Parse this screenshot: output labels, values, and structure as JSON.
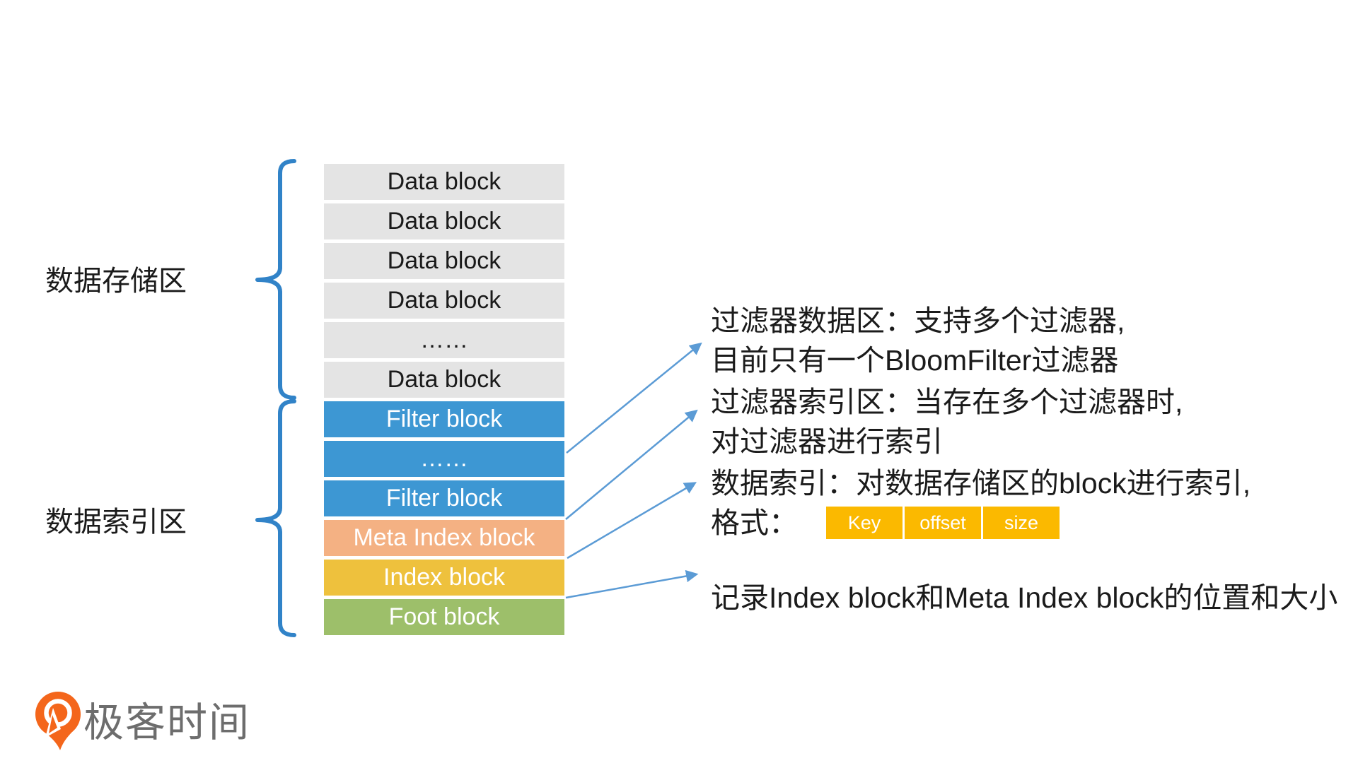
{
  "colors": {
    "block_gray": "#E4E4E4",
    "block_blue": "#3D97D3",
    "block_salmon": "#F4B183",
    "block_yellow": "#EEC13D",
    "block_green": "#9DBF6A",
    "table_amber": "#FBB900",
    "brace": "#3183C8",
    "arrow": "#5B9BD5",
    "logo_orange": "#F4661B",
    "logo_text": "#6D6D6D"
  },
  "left_labels": {
    "storage": "数据存储区",
    "index": "数据索引区"
  },
  "stack": {
    "blocks": [
      {
        "label": "Data block",
        "kind": "data"
      },
      {
        "label": "Data block",
        "kind": "data"
      },
      {
        "label": "Data block",
        "kind": "data"
      },
      {
        "label": "Data block",
        "kind": "data"
      },
      {
        "label": "……",
        "kind": "data"
      },
      {
        "label": "Data block",
        "kind": "data"
      },
      {
        "label": "Filter block",
        "kind": "filter"
      },
      {
        "label": "……",
        "kind": "filter"
      },
      {
        "label": "Filter block",
        "kind": "filter"
      },
      {
        "label": "Meta Index block",
        "kind": "meta"
      },
      {
        "label": "Index block",
        "kind": "index"
      },
      {
        "label": "Foot block",
        "kind": "foot"
      }
    ]
  },
  "annotations": {
    "filter_data": {
      "line1": "过滤器数据区：支持多个过滤器,",
      "line2": "目前只有一个BloomFilter过滤器"
    },
    "filter_index": {
      "line1": "过滤器索引区：当存在多个过滤器时,",
      "line2": "对过滤器进行索引"
    },
    "data_index": {
      "line1": "数据索引：对数据存储区的block进行索引,",
      "format_label": "格式：",
      "table": {
        "cells": [
          "Key",
          "offset",
          "size"
        ]
      }
    },
    "footer_note": {
      "text": "记录Index block和Meta Index block的位置和大小"
    }
  },
  "logo": {
    "text": "极客时间"
  }
}
